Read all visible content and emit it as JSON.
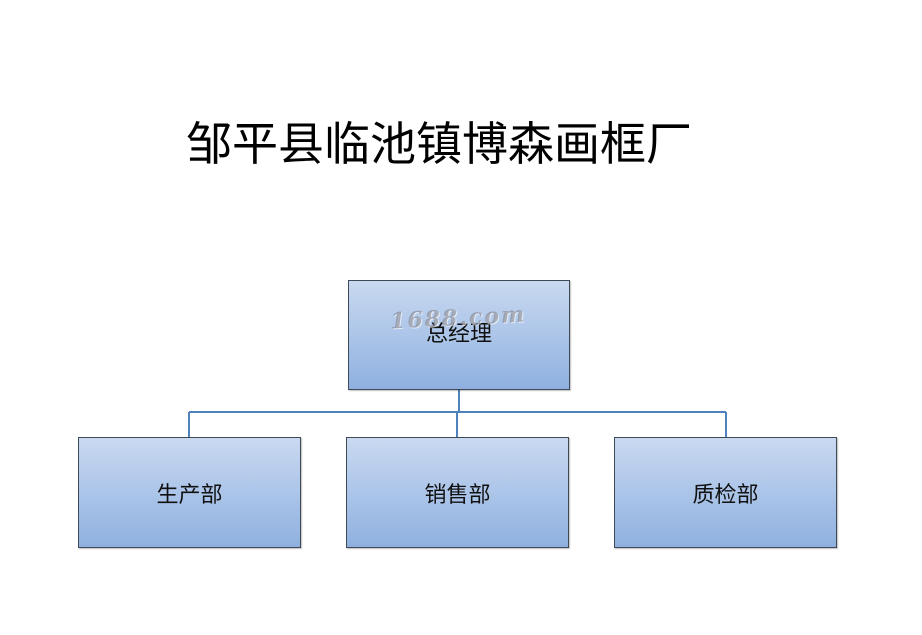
{
  "title": "邹平县临池镇博森画框厂",
  "org": {
    "root": {
      "label": "总经理"
    },
    "children": [
      {
        "label": "生产部"
      },
      {
        "label": "销售部"
      },
      {
        "label": "质检部"
      }
    ]
  },
  "watermark": "1688.com",
  "colors": {
    "box_fill_top": "#c9d9f0",
    "box_fill_bottom": "#8fb0df",
    "box_border": "#3f4a57",
    "connector": "#4f81bd"
  }
}
